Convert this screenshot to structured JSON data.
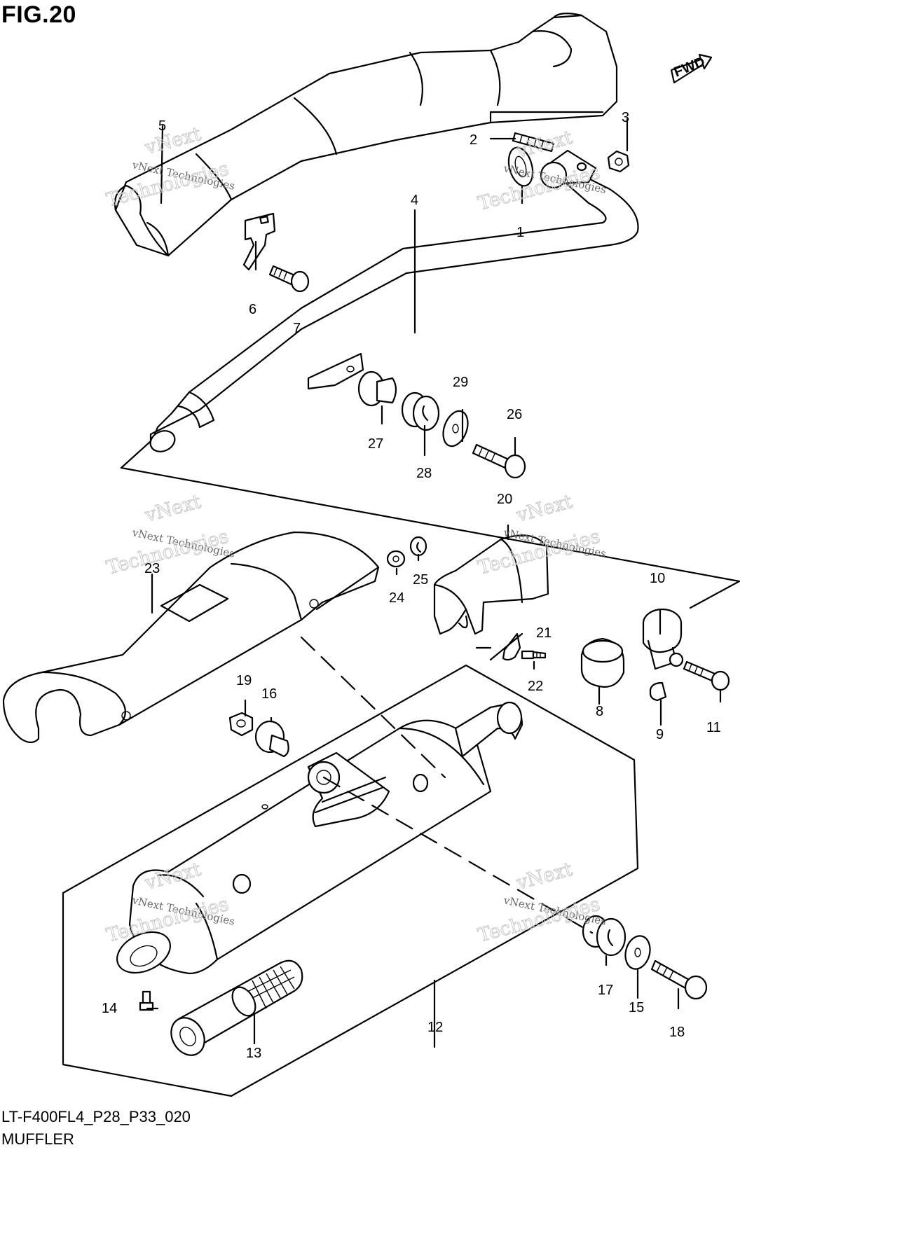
{
  "figure": {
    "title": "FIG.20",
    "code": "LT-F400FL4_P28_P33_020",
    "name": "MUFFLER"
  },
  "direction_badge": "FWD",
  "watermark": {
    "line1": "vNext Technologies",
    "line2": "vNext",
    "line3": "Technologies"
  },
  "callouts": [
    "1",
    "2",
    "3",
    "4",
    "5",
    "6",
    "7",
    "8",
    "9",
    "10",
    "11",
    "12",
    "13",
    "14",
    "15",
    "16",
    "17",
    "18",
    "19",
    "20",
    "21",
    "22",
    "23",
    "24",
    "25",
    "26",
    "27",
    "28",
    "29"
  ]
}
